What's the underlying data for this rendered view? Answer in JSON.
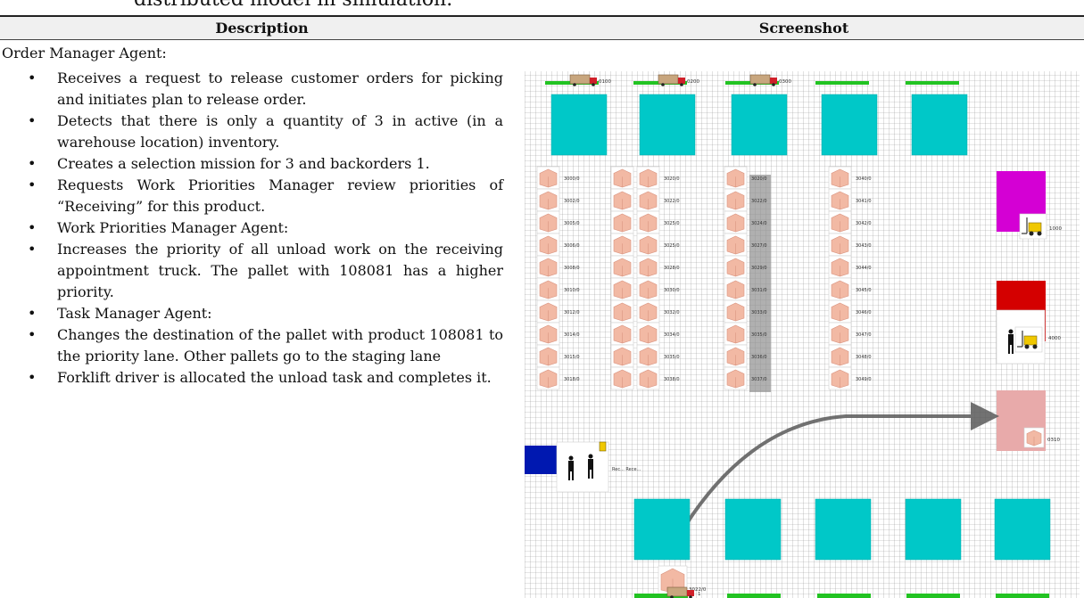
{
  "caption_tail": "distributed model in simulation.",
  "table": {
    "header_description": "Description",
    "header_screenshot": "Screenshot"
  },
  "description": {
    "intro": "Order Manager Agent:",
    "bullet_symbol": "•",
    "items": [
      "Receives a request to release customer orders for picking and initiates plan to release order.",
      "Detects that there is only a quantity of 3 in active (in a warehouse location) inventory.",
      "Creates a selection mission for 3 and backorders 1.",
      "Requests Work Priorities Manager review priorities of “Receiving” for this product.",
      "Work Priorities Manager Agent:",
      "Increases the priority of all unload work on the receiving appointment truck. The pallet with 108081 has a higher priority.",
      "Task Manager Agent:",
      "Changes the destination of the pallet with product 108081 to the priority lane. Other pallets go to the staging lane",
      "Forklift driver is allocated the unload task and completes it."
    ]
  },
  "simulation": {
    "colors": {
      "grid": "#9a9a9a",
      "dock_green": "#22c322",
      "bay_cyan": "#00c8c8",
      "pallet": "#f2b9a4",
      "pick_aisle_shadow": "#8e8e8e",
      "area_magenta": "#d400d4",
      "area_red": "#d40000",
      "area_pink": "#e8aaaa",
      "area_blue": "#0018b0",
      "path_arrow": "#5a5a5a"
    },
    "top_truck_labels": [
      "0100",
      "0200",
      "0300"
    ],
    "bottom_truck_label": "1",
    "rack_columns": [
      {
        "labels": [
          "3000/0",
          "3002/0",
          "3005/0",
          "3006/0",
          "3008/0",
          "3010/0",
          "3012/0",
          "3014/0",
          "3015/0",
          "3018/0"
        ]
      },
      {
        "labels": [
          "3020/0",
          "3022/0",
          "3025/0",
          "3025/0",
          "3028/0",
          "3030/0",
          "3032/0",
          "3034/0",
          "3035/0",
          "3038/0"
        ]
      },
      {
        "labels": [
          "3020/0",
          "3022/0",
          "3024/0",
          "3027/0",
          "3029/0",
          "3031/0",
          "3033/0",
          "3035/0",
          "3036/0",
          "3037/0"
        ]
      },
      {
        "labels": [
          "3040/0",
          "3041/0",
          "3042/0",
          "3043/0",
          "3044/0",
          "3045/0",
          "3046/0",
          "3047/0",
          "3048/0",
          "3049/0"
        ]
      }
    ],
    "right_labels": [
      "1000",
      "4000",
      "0310"
    ],
    "receiving_text": "Rec...  Rece...",
    "bottom_pallet_label": "3022/0",
    "icons": [
      "forklift-icon",
      "person-icon",
      "truck-icon",
      "pallet-icon"
    ]
  }
}
